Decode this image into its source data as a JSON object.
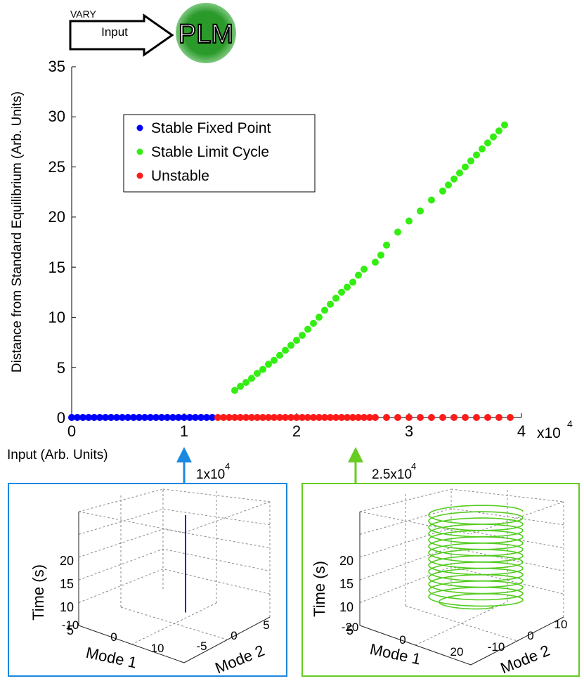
{
  "header": {
    "vary_label": "VARY",
    "input_label": "Input",
    "plm_label": "PLM",
    "plm_color": "#2a9a2a"
  },
  "chart_data": [
    {
      "type": "scatter",
      "xlabel": "Input (Arb. Units)",
      "ylabel": "Distance from Standard Equilibrium (Arb. Units)",
      "x_multiplier": "x10",
      "x_multiplier_exp": "4",
      "xlim": [
        0,
        4
      ],
      "ylim": [
        0,
        35
      ],
      "x_ticks": [
        "0",
        "1",
        "2",
        "3",
        "4"
      ],
      "y_ticks": [
        "0",
        "5",
        "10",
        "15",
        "20",
        "25",
        "30",
        "35"
      ],
      "grid": false,
      "legend_position": "top-left",
      "series": [
        {
          "name": "Stable Fixed Point",
          "color": "#0000ff",
          "x": [
            0.0,
            0.05,
            0.1,
            0.15,
            0.2,
            0.25,
            0.3,
            0.35,
            0.4,
            0.45,
            0.5,
            0.55,
            0.6,
            0.65,
            0.7,
            0.75,
            0.8,
            0.85,
            0.9,
            0.95,
            1.0,
            1.05,
            1.1,
            1.15,
            1.2,
            1.25
          ],
          "y": [
            0,
            0,
            0,
            0,
            0,
            0,
            0,
            0,
            0,
            0,
            0,
            0,
            0,
            0,
            0,
            0,
            0,
            0,
            0,
            0,
            0,
            0,
            0,
            0,
            0,
            0
          ]
        },
        {
          "name": "Stable Limit Cycle",
          "color": "#33ee11",
          "x": [
            1.45,
            1.5,
            1.55,
            1.6,
            1.65,
            1.7,
            1.75,
            1.8,
            1.85,
            1.9,
            1.95,
            2.0,
            2.05,
            2.1,
            2.15,
            2.2,
            2.25,
            2.3,
            2.35,
            2.4,
            2.45,
            2.5,
            2.55,
            2.6,
            2.7,
            2.75,
            2.8,
            2.9,
            3.0,
            3.1,
            3.2,
            3.3,
            3.35,
            3.4,
            3.45,
            3.5,
            3.55,
            3.6,
            3.65,
            3.7,
            3.75,
            3.8,
            3.85
          ],
          "y": [
            2.7,
            3.1,
            3.5,
            3.9,
            4.4,
            4.8,
            5.3,
            5.7,
            6.2,
            6.7,
            7.2,
            7.7,
            8.2,
            8.8,
            9.4,
            10.0,
            10.7,
            11.3,
            11.9,
            12.5,
            13.0,
            13.5,
            14.2,
            14.8,
            15.5,
            16.2,
            17.2,
            18.5,
            19.6,
            20.6,
            21.7,
            22.6,
            23.2,
            23.8,
            24.4,
            25.0,
            25.6,
            26.2,
            26.8,
            27.4,
            28.0,
            28.6,
            29.2
          ]
        },
        {
          "name": "Unstable",
          "color": "#ff1a1a",
          "x": [
            1.3,
            1.35,
            1.4,
            1.45,
            1.5,
            1.55,
            1.6,
            1.65,
            1.7,
            1.75,
            1.8,
            1.85,
            1.9,
            1.95,
            2.0,
            2.05,
            2.1,
            2.15,
            2.2,
            2.25,
            2.3,
            2.35,
            2.4,
            2.45,
            2.5,
            2.55,
            2.6,
            2.65,
            2.7,
            2.8,
            2.9,
            3.0,
            3.1,
            3.2,
            3.3,
            3.4,
            3.5,
            3.6,
            3.7,
            3.8,
            3.9
          ],
          "y": [
            0,
            0,
            0,
            0,
            0,
            0,
            0,
            0,
            0,
            0,
            0,
            0,
            0,
            0,
            0,
            0,
            0,
            0,
            0,
            0,
            0,
            0,
            0,
            0,
            0,
            0,
            0,
            0,
            0,
            0,
            0,
            0,
            0,
            0,
            0,
            0,
            0,
            0,
            0,
            0,
            0
          ]
        }
      ]
    },
    {
      "type": "line",
      "title": "1x10",
      "title_exp": "4",
      "box_color": "#1a88e0",
      "zlabel": "Time (s)",
      "xlabel": "Mode 1",
      "ylabel": "Mode 2",
      "z_ticks": [
        "5",
        "10",
        "15",
        "20"
      ],
      "x_ticks": [
        "-10",
        "0",
        "10"
      ],
      "y_ticks": [
        "-5",
        "0",
        "5"
      ],
      "zlim": [
        0,
        20
      ],
      "series": [
        {
          "color": "#0000ff",
          "mode1": [
            0,
            0
          ],
          "mode2": [
            0,
            0
          ],
          "time": [
            0.5,
            20
          ]
        }
      ]
    },
    {
      "type": "line",
      "title": "2.5x10",
      "title_exp": "4",
      "box_color": "#66cc22",
      "zlabel": "Time (s)",
      "xlabel": "Mode 1",
      "ylabel": "Mode 2",
      "z_ticks": [
        "5",
        "10",
        "15",
        "20"
      ],
      "x_ticks": [
        "-20",
        "0",
        "20"
      ],
      "y_ticks": [
        "-10",
        "0",
        "10"
      ],
      "zlim": [
        0,
        20
      ],
      "series": [
        {
          "color": "#55cc22",
          "shape": "helix",
          "time_range": [
            0.5,
            20
          ],
          "turns": 15,
          "mode1_amplitude": 10,
          "mode2_amplitude": 10
        }
      ]
    }
  ]
}
